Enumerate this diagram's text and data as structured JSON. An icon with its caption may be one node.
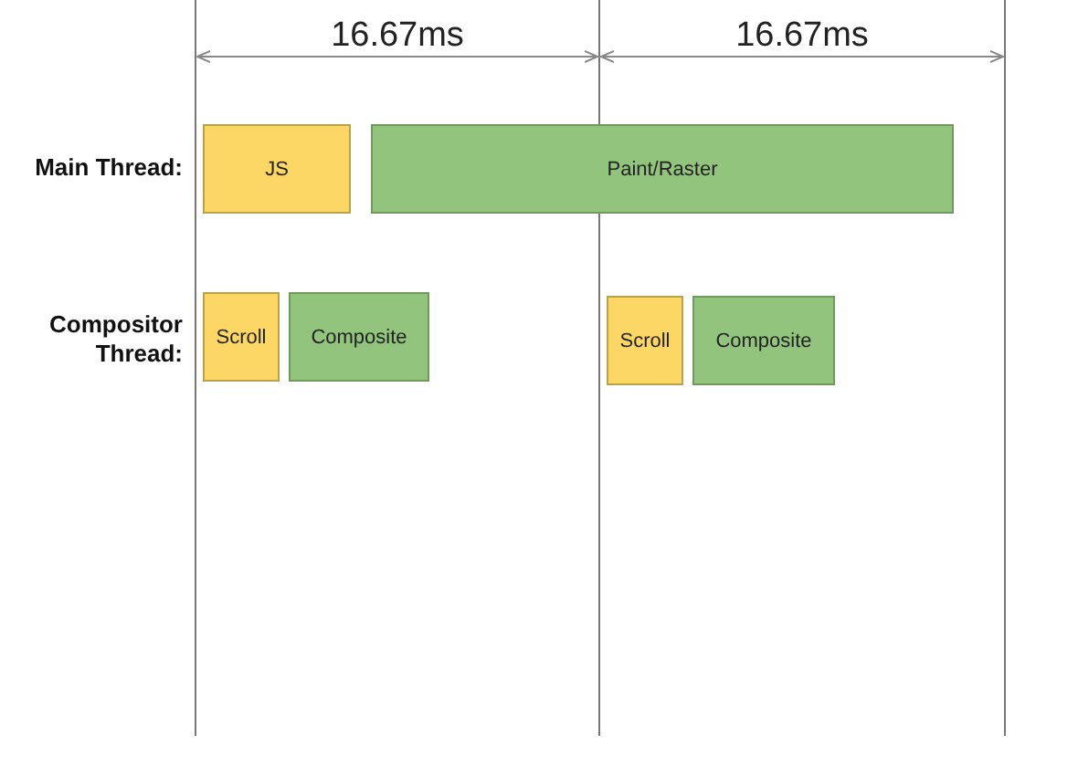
{
  "diagram": {
    "nodes": [
      {
        "text": [
          "JS"
        ]
      },
      {
        "text": [
          "Paint/Raster"
        ]
      },
      {
        "text": [
          "Scroll"
        ]
      },
      {
        "text": [
          "Composite"
        ]
      },
      {
        "text": [
          "Scroll"
        ]
      },
      {
        "text": [
          "Composite"
        ]
      }
    ],
    "labels": [
      "16.67ms",
      "16.67ms",
      "Main Thread:",
      "Compositor Thread:"
    ]
  }
}
